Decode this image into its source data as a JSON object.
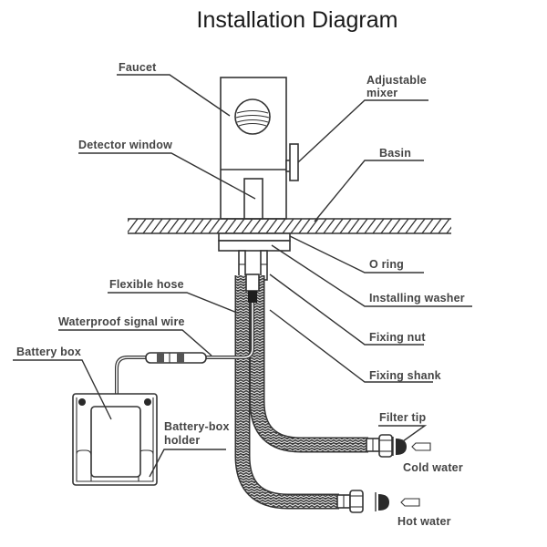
{
  "title": "Installation Diagram",
  "labels": {
    "faucet": "Faucet",
    "detector_window": "Detector window",
    "adjustable_mixer_1": "Adjustable",
    "adjustable_mixer_2": "mixer",
    "basin": "Basin",
    "o_ring": "O ring",
    "installing_washer": "Installing washer",
    "fixing_nut": "Fixing nut",
    "fixing_shank": "Fixing shank",
    "flexible_hose": "Flexible hose",
    "waterproof_signal_wire": "Waterproof signal wire",
    "battery_box": "Battery box",
    "battery_box_holder_1": "Battery-box",
    "battery_box_holder_2": "holder",
    "filter_tip": "Filter tip",
    "cold_water": "Cold water",
    "hot_water": "Hot water"
  },
  "colors": {
    "line": "#333333",
    "label": "#444444",
    "title": "#1a1a1a",
    "fill_dark": "#2a2a2a"
  }
}
